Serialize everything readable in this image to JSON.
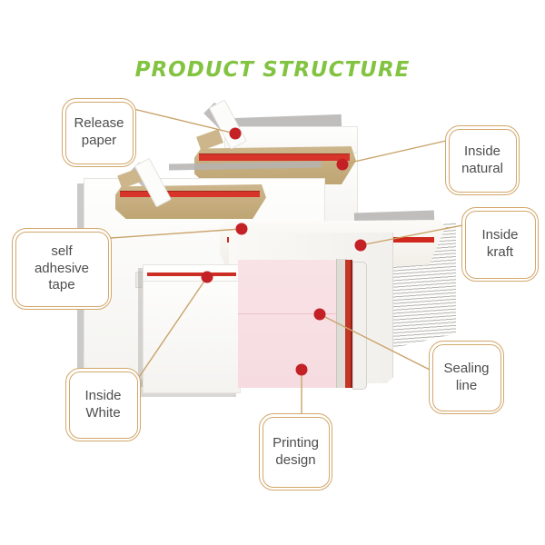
{
  "title": "PRODUCT STRUCTURE",
  "callouts": [
    {
      "id": "release-paper",
      "label": "Release\npaper"
    },
    {
      "id": "inside-natural",
      "label": "Inside\nnatural"
    },
    {
      "id": "self-adhesive-tape",
      "label": "self\nadhesive\ntape"
    },
    {
      "id": "inside-kraft",
      "label": "Inside\nkraft"
    },
    {
      "id": "inside-white",
      "label": "Inside\nWhite"
    },
    {
      "id": "sealing-line",
      "label": "Sealing\nline"
    },
    {
      "id": "printing-design",
      "label": "Printing\ndesign"
    }
  ],
  "colors": {
    "title_green": "#82c341",
    "callout_border": "#d2a76b",
    "connector_line": "#c9a36a",
    "marker_dot_red": "#c42127",
    "adhesive_tape_red": "#d7352a",
    "kraft_paper": "#c8b084",
    "printing_pink": "#f8dfe3",
    "label_text": "#4d4d4d"
  }
}
